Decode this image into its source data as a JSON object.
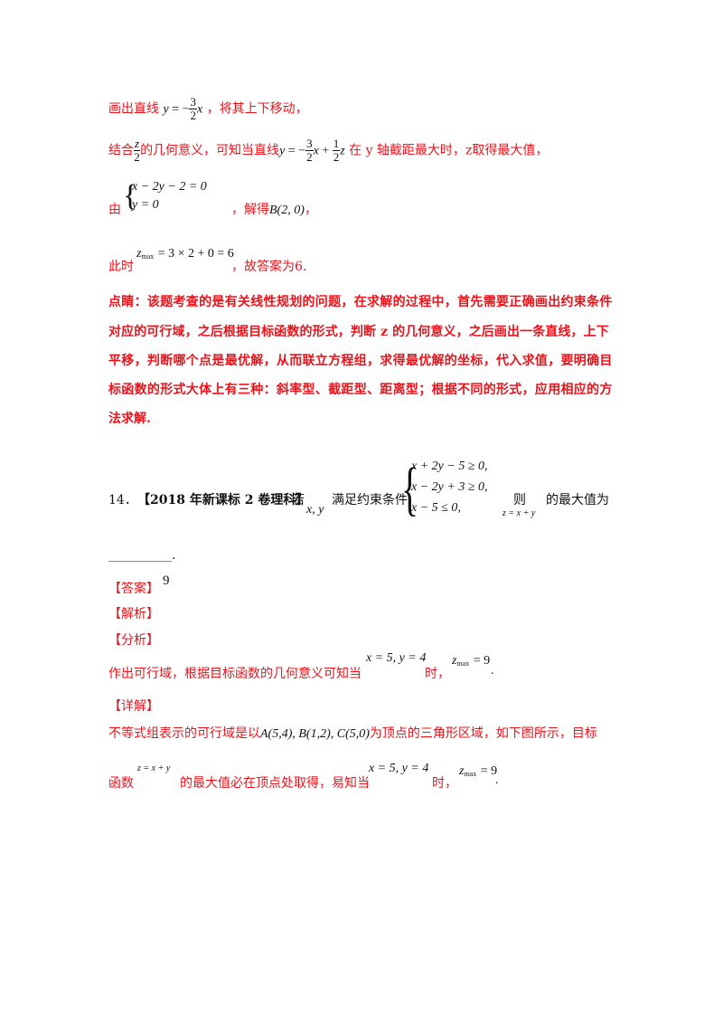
{
  "s1": {
    "pre": "画出直线",
    "post": "，将其上下移动，"
  },
  "s2": {
    "pre": "结合",
    "mid1": "的几何意义，可知当直线",
    "mid2": "在",
    "axis": "y",
    "mid3": "轴截距最大时，",
    "zvar": "z",
    "post": "取得最大值，"
  },
  "s3": {
    "pre": "由",
    "eq1": "x − 2y − 2 = 0",
    "eq2": "y = 0",
    "mid": "，解得",
    "point": "B(2, 0)",
    "post": "，"
  },
  "s4": {
    "pre": "此时",
    "expr": "= 3 × 2 + 0 = 6",
    "post": "，故答案为",
    "ans": "6."
  },
  "comment": {
    "l1": "点睛：该题考查的是有关线性规划的问题，在求解的过程中，首先需要正确画出约束条件",
    "l2": "对应的可行域，之后根据目标函数的形式，判断 z 的几何意义，之后画出一条直线，上下",
    "l3": "平移，判断哪个点是最优解，从而联立方程组，求得最优解的坐标，代入求值，要明确目",
    "l4": "标函数的形式大体上有三种：斜率型、截距型、距离型；根据不同的形式，应用相应的方",
    "l5": "法求解."
  },
  "q14": {
    "num": "14．",
    "src": "【2018 年新课标 2 卷理科】",
    "if": "若",
    "vars": "x, y",
    "cond": "满足约束条件",
    "c1": "x + 2y − 5 ≥ 0,",
    "c2": "x − 2y + 3 ≥ 0,",
    "c3": "x − 5 ≤ 0,",
    "then": "则",
    "obj": "z = x + y",
    "ask": "的最大值为",
    "blank": "__________."
  },
  "answer": {
    "label": "【答案】",
    "value": "9"
  },
  "analysis": {
    "label": "【解析】"
  },
  "fenxi": {
    "label": "【分析】",
    "text1": "作出可行域，根据目标函数的几何意义可知当",
    "cond": "x = 5, y = 4",
    "text2": "时，",
    "zmax": "= 9",
    "end": "."
  },
  "detail": {
    "label": "【详解】",
    "t1": "不等式组表示的可行域是以",
    "pts": "A(5,4), B(1,2), C(5,0)",
    "t2": "为顶点的三角形区域，如下图所示，目标",
    "t3": "函数",
    "obj": "z = x + y",
    "t4": "的最大值必在顶点处取得，易知当",
    "cond": "x = 5, y = 4",
    "t5": "时，",
    "zmax": "= 9",
    "end": "."
  }
}
